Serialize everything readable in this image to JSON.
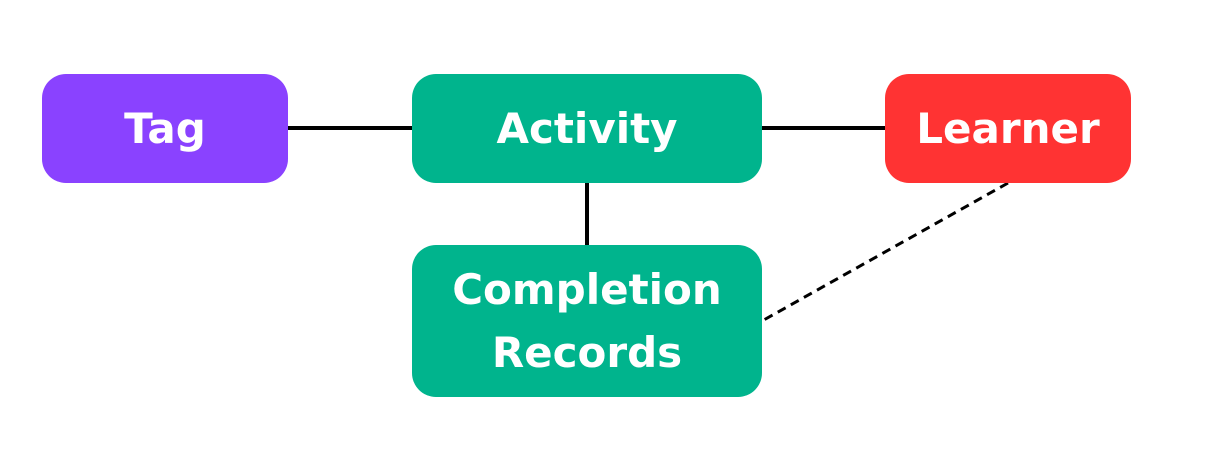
{
  "nodes": {
    "tag": {
      "label": "Tag",
      "color": "#8a42ff"
    },
    "activity": {
      "label": "Activity",
      "color": "#00b48d"
    },
    "learner": {
      "label": "Learner",
      "color": "#ff3333"
    },
    "completion_records": {
      "label_line1": "Completion",
      "label_line2": "Records",
      "color": "#00b48d"
    }
  },
  "connections": [
    {
      "from": "Tag",
      "to": "Activity",
      "style": "solid"
    },
    {
      "from": "Activity",
      "to": "Learner",
      "style": "solid"
    },
    {
      "from": "Activity",
      "to": "Completion Records",
      "style": "solid"
    },
    {
      "from": "Learner",
      "to": "Completion Records",
      "style": "dashed"
    }
  ]
}
